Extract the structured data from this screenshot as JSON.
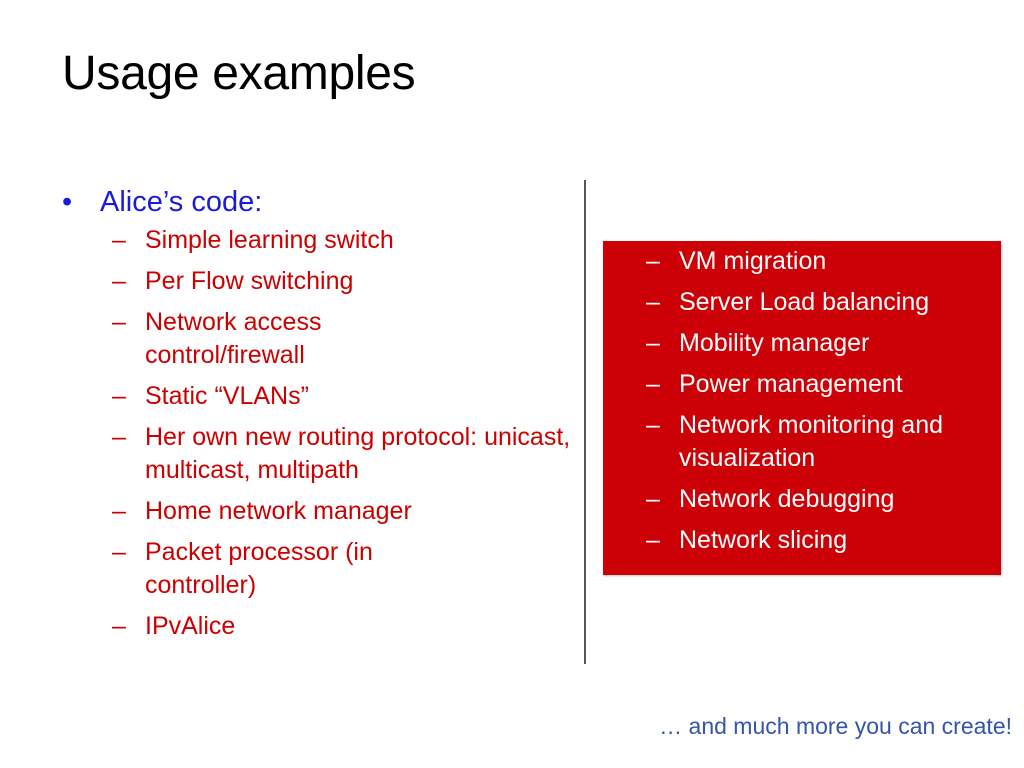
{
  "title": "Usage examples",
  "main_bullet": {
    "marker": "•",
    "label": "Alice’s code:"
  },
  "left_items": [
    "Simple learning switch",
    "Per Flow switching",
    "Network access control/firewall",
    "Static “VLANs”",
    "Her own new routing protocol: unicast, multicast, multipath",
    "Home network manager",
    "Packet processor (in controller)",
    "IPvAlice"
  ],
  "right_items": [
    "VM migration",
    "Server Load balancing",
    "Mobility manager",
    "Power management",
    "Network monitoring and visualization",
    "Network debugging",
    "Network slicing"
  ],
  "dash_marker": "–",
  "footer": "… and much more you can create!",
  "colors": {
    "main_bullet": "#1a1adc",
    "left_items": "#cc0000",
    "box_fill": "#cc0007",
    "box_text": "#ffffff",
    "footer": "#3355aa"
  }
}
